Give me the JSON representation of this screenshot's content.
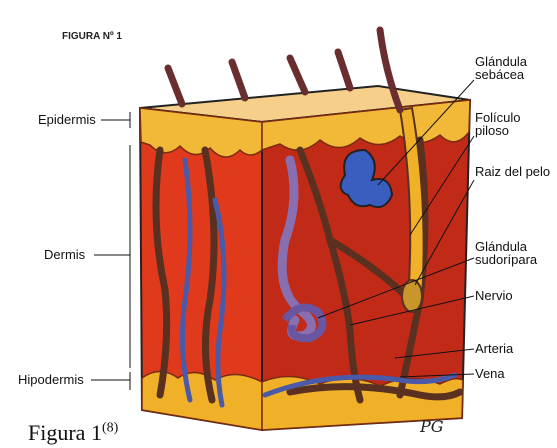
{
  "figure_title": "FIGURA Nº 1",
  "labels_left": {
    "epidermis": "Epidermis",
    "dermis": "Dermis",
    "hipodermis": "Hipodermis"
  },
  "labels_right": {
    "glandula_sebacea_1": "Glándula",
    "glandula_sebacea_2": "sebácea",
    "foliculo_1": "Folículo",
    "foliculo_2": "piloso",
    "raiz": "Raiz del pelo",
    "glandula_sudoripara_1": "Glándula",
    "glandula_sudoripara_2": "sudorípara",
    "nervio": "Nervio",
    "arteria": "Arteria",
    "vena": "Vena"
  },
  "signature": "PG",
  "caption": {
    "text": "Figura  1",
    "ref": "(8)"
  },
  "colors": {
    "dermis": "#e0391c",
    "dermis_side": "#c22a18",
    "epidermis_top": "#f6d08a",
    "epidermis_yellow": "#f2b938",
    "hipodermis_fat": "#f0b128",
    "vessel_dark": "#5a3020",
    "vein_blue": "#4a5aa8",
    "nerve_purple": "#8a6fb0",
    "gland_blue": "#3a5dc0",
    "hair": "#6b2e2e"
  }
}
